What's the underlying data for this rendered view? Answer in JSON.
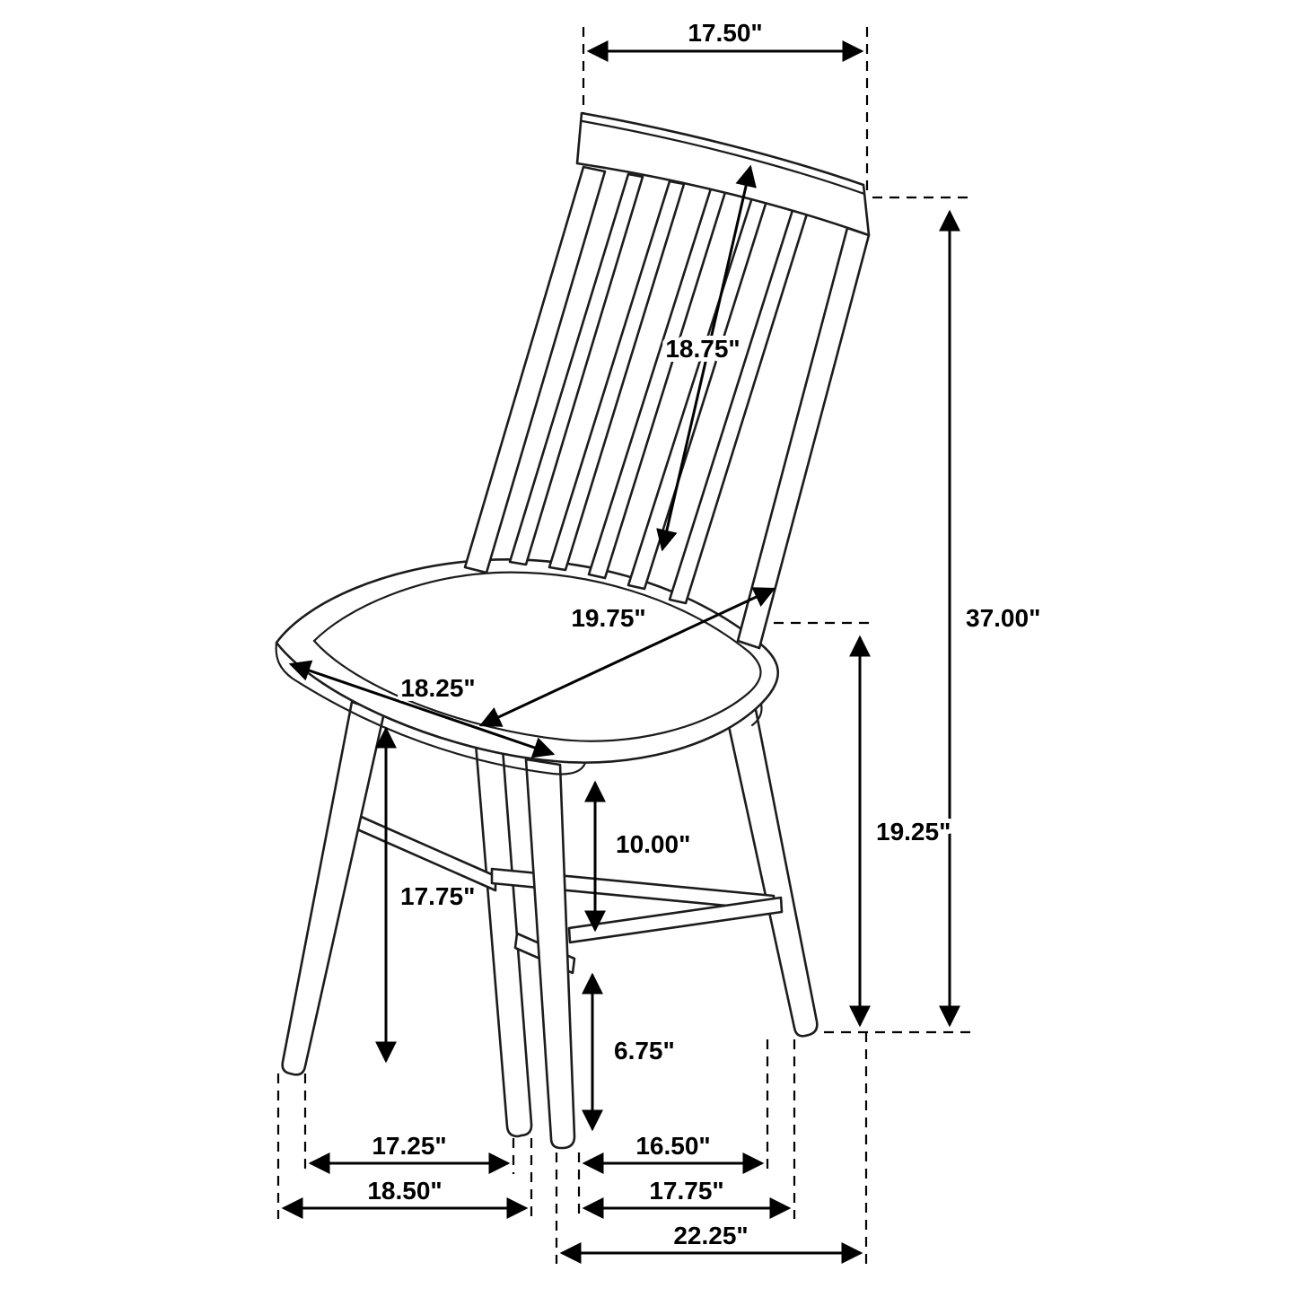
{
  "colors": {
    "background": "#ffffff",
    "line": "#1a1a1a"
  },
  "dimensions": {
    "top_width": "17.50\"",
    "back_length": "18.75\"",
    "overall_height": "37.00\"",
    "seat_diagonal_depth": "19.75\"",
    "seat_width": "18.25\"",
    "seat_height": "19.25\"",
    "seat_to_stretcher": "10.00\"",
    "leg_height": "17.75\"",
    "stretcher_to_floor": "6.75\"",
    "front_feet_inner_span": "17.25\"",
    "side_feet_inner_span": "16.50\"",
    "front_feet_outer_span": "18.50\"",
    "side_feet_outer_span": "17.75\"",
    "overall_depth": "22.25\""
  }
}
